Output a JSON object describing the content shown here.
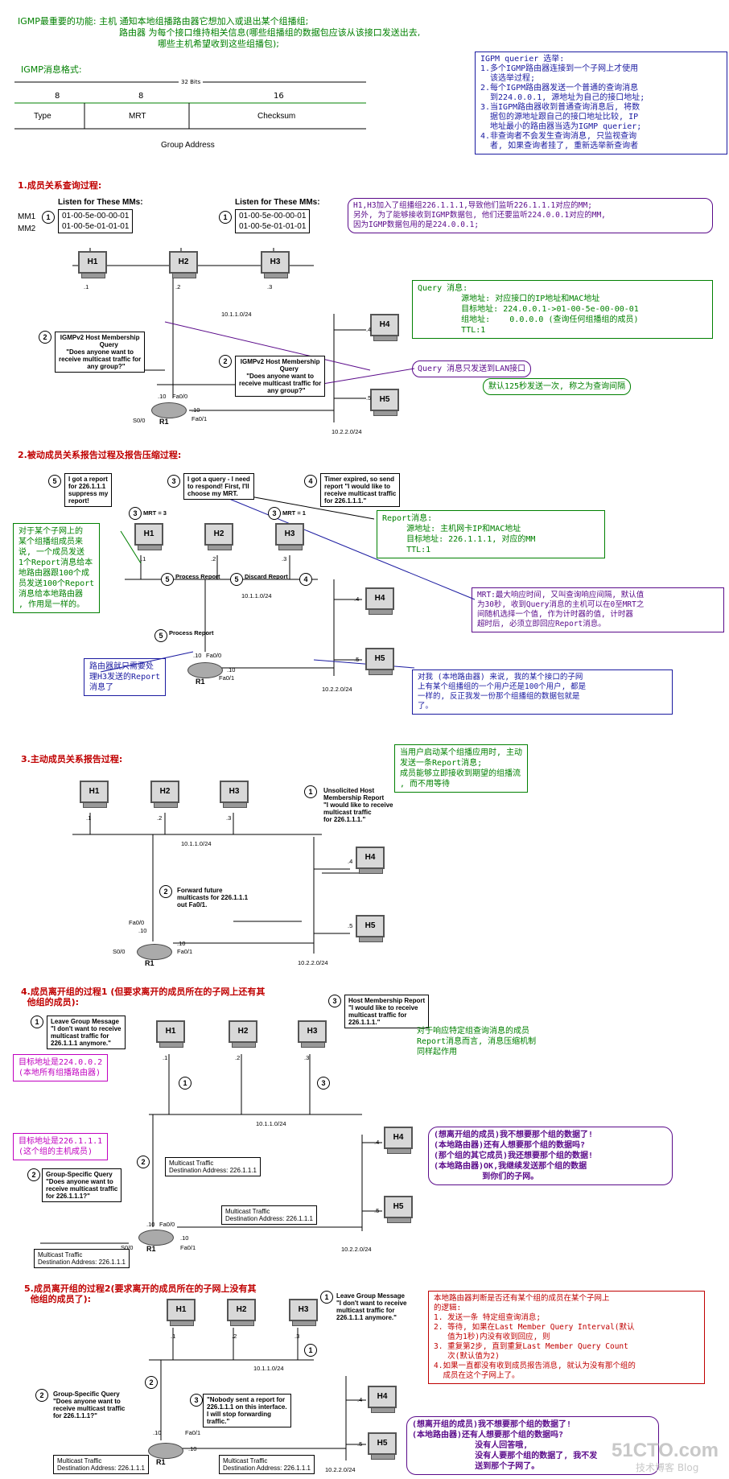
{
  "intro": {
    "line1": "IGMP最重要的功能: 主机 通知本地组播路由器它想加入或退出某个组播组;",
    "line2": "路由器 为每个接口维持相关信息(哪些组播组的数据包应该从该接口发送出去,",
    "line3": "哪些主机希望收到这些组播包);",
    "format_title": "IGMP消息格式:",
    "bits": "32 Bits",
    "f1": "8",
    "f2": "8",
    "f3": "16",
    "type": "Type",
    "mrt": "MRT",
    "checksum": "Checksum",
    "group_address": "Group Address"
  },
  "querier_note": "IGPM querier 选举:\n1.多个IGMP路由器连接到一个子网上才使用\n  该选举过程;\n2.每个IGPM路由器发送一个普通的查询消息\n  到224.0.0.1, 源地址为自己的接口地址;\n3.当IGPM路由器收到普通查询消息后, 将数\n  据包的源地址跟自己的接口地址比较, IP\n  地址最小的路由器当选为IGMP querier;\n4.非查询者不会发生查询消息, 只监视查询\n  者, 如果查询者挂了, 重新选举新查询者",
  "s1": {
    "title": "1.成员关系查询过程:",
    "listen1": "Listen for These MMs:",
    "listen2": "Listen for These MMs:",
    "mm1": "MM1",
    "mm2": "MM2",
    "mac1": "01-00-5e-00-00-01\n01-00-5e-01-01-01",
    "mac2": "01-00-5e-00-00-01\n01-00-5e-01-01-01",
    "note_join": "H1,H3加入了组播组226.1.1.1,导致他们监听226.1.1.1对应的MM;\n另外, 为了能够接收到IGMP数据包, 他们还要监听224.0.0.1对应的MM,\n因为IGMP数据包用的是224.0.0.1;",
    "query_note": "Query 消息:\n         源地址: 对应接口的IP地址和MAC地址\n         目标地址: 224.0.0.1->01-00-5e-00-00-01\n         组地址:    0.0.0.0 (查询任何组播组的成员)\n         TTL:1",
    "only_lan": "Query 消息只发送到LAN接口",
    "interval": "默认125秒发送一次, 称之为查询间隔",
    "box1": "IGMPv2 Host Membership\n          Query\n\"Does anyone want to\nreceive multicast traffic for\n       any group?\"",
    "box2": "IGMPv2 Host Membership\n          Query\n\"Does anyone want to\nreceive multicast traffic for\n       any group?\"",
    "net1": "10.1.1.0/24",
    "net2": "10.2.2.0/24"
  },
  "s2": {
    "title": "2.被动成员关系报告过程及报告压缩过程:",
    "b5": "I got a report\nfor 226.1.1.1\nsuppress my\nreport!",
    "b3": "I got a query - I need\nto respond! First, I'll\nchoose my MRT.",
    "b4": "Timer expired, so send\nreport \"I would like to\nreceive multicast traffic\nfor 226.1.1.1.\"",
    "mrt3": "MRT = 3",
    "mrt1": "MRT = 1",
    "process": "Process\nReport",
    "discard": "Discard\nReport",
    "left_note": "对于某个子网上的\n某个组播组成员来\n说, 一个成员发送\n1个Report消息给本\n地路由器跟100个成\n员发送100个Report\n消息给本地路由器\n, 作用是一样的。",
    "report_note": "Report消息:\n     源地址: 主机网卡IP和MAC地址\n     目标地址: 226.1.1.1, 对应的MM\n     TTL:1",
    "mrt_note": "MRT:最大响应时间, 又叫查询响应间隔, 默认值\n为30秒, 收到Query消息的主机可以在0至MRT之\n间随机选择一个值, 作为计时器的值, 计时器\n超时后, 必须立即回应Report消息。",
    "router_note": "路由器就只需要处\n理H3发送的Report\n消息了",
    "same_note": "对我 (本地路由器) 来说, 我的某个接口的子网\n上有某个组播组的一个用户还是100个用户, 都是\n一样的, 反正我发一份那个组播组的数据包就是\n了。"
  },
  "s3": {
    "title": "3.主动成员关系报告过程:",
    "note": "当用户启动某个组播应用时, 主动\n发送一条Report消息;\n成员能够立即接收到期望的组播流\n, 而不用等待",
    "b1": "Unsolicited Host\nMembership Report\n\"I would like to receive\nmulticast traffic\nfor 226.1.1.1.\"",
    "b2": "Forward future\nmulticasts for 226.1.1.1\nout Fa0/1."
  },
  "s4": {
    "title": "4.成员离开组的过程1 (但要求离开的成员所在的子网上还有其\n  他组的成员):",
    "leave": "Leave Group Message\n\"I don't want to receive\nmulticast traffic for\n226.1.1.1 anymore.\"",
    "report": "Host Membership Report\n\"I would like to receive\nmulticast traffic for\n226.1.1.1.\"",
    "dest224": "目标地址是224.0.0.2\n(本地所有组播路由器)",
    "dest226": "目标地址是226.1.1.1\n(这个组的主机成员)",
    "gsq": "Group-Specific Query\n\"Does anyone want to\nreceive multicast traffic\nfor 226.1.1.1?\"",
    "compress": "对于响应特定组查询消息的成员\nReport消息而言, 消息压缩机制\n同样起作用",
    "dialog": "(想离开组的成员)我不想要那个组的数据了!\n(本地路由器)还有人想要那个组的数据吗?\n(那个组的其它成员)我还想要那个组的数据!\n(本地路由器)OK,我继续发送那个组的数据\n          到你们的子网。",
    "mt": "Multicast Traffic\nDestination Address: 226.1.1.1"
  },
  "s5": {
    "title": "5.成员离开组的过程2(要求离开的成员所在的子网上没有其\n  他组的成员了):",
    "logic": "本地路由器判断是否还有某个组的成员在某个子网上\n的逻辑:\n1. 发送一条 特定组查询消息;\n2. 等待, 如果在Last Member Query Interval(默认\n   值为1秒)内没有收到回应, 则\n3. 重复第2步, 直到重复Last Member Query Count\n   次(默认值为2)\n4.如果一直都没有收到成员报告消息, 就认为没有那个组的\n  成员在这个子网上了。",
    "leave": "Leave Group Message\n\"I don't want to receive\nmulticast traffic for\n226.1.1.1 anymore.\"",
    "gsq": "Group-Specific Query\n\"Does anyone want to\nreceive multicast traffic\nfor 226.1.1.1?\"",
    "nobody": "\"Nobody sent a report for\n226.1.1.1 on this interface.\nI will stop forwarding\ntraffic.\"",
    "dialog": "(想离开组的成员)我不想要那个组的数据了!\n(本地路由器)还有人想要那个组的数据吗?\n             没有人回答哦,\n             没有人要那个组的数据了, 我不发\n             送到那个子网了。",
    "mt": "Multicast Traffic\nDestination Address: 226.1.1.1"
  },
  "watermark": {
    "site": "51CTO.com",
    "blog": "技术博客  Blog"
  },
  "labels": {
    "h1": "H1",
    "h2": "H2",
    "h3": "H3",
    "h4": "H4",
    "h5": "H5",
    "r1": "R1",
    "d1": ".1",
    "d2": ".2",
    "d3": ".3",
    "d4": ".4",
    "d5": ".5",
    "d10": ".10",
    "fa00": "Fa0/0",
    "fa01": "Fa0/1",
    "s00": "S0/0",
    "n1": "1",
    "n2": "2",
    "n3": "3",
    "n4": "4",
    "n5": "5"
  }
}
